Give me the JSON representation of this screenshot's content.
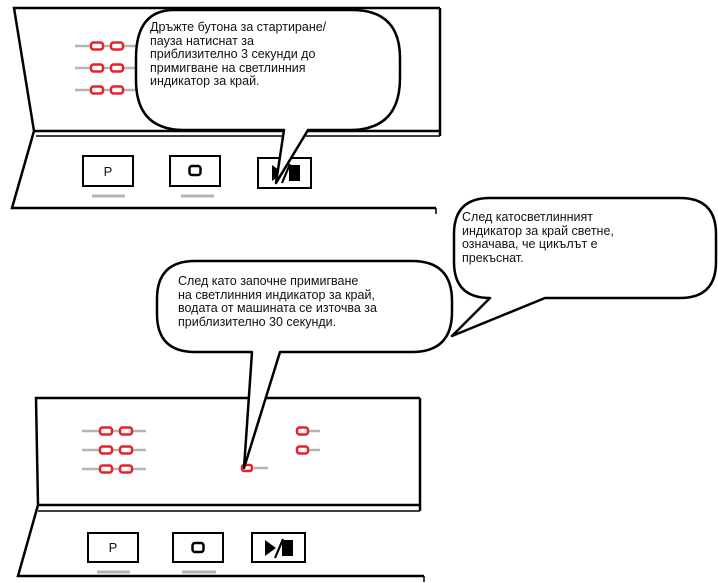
{
  "callouts": {
    "hold_start_pause": "Дръжте бутона за стартиране/\nпауза натиснат за\nприблизително 3 секунди до\nпримигване на светлинния\nиндикатор за край.",
    "cycle_cancelled": "След катосветлинният\nиндикатор за край светне,\nозначава, че цикълът е\nпрекъснат.",
    "water_draining": "След като започне примигване\nна светлинния индикатор за край,\nводата от машината се източва за\nприблизително 30 секунди."
  },
  "panel": {
    "program_button_label": "P"
  },
  "colors": {
    "indicator": "#e8202a",
    "indicator_fill": "#ffffff",
    "line_gray": "#b5b5b5",
    "outline": "#000000"
  },
  "icons": {
    "temp_button": "rounded-square-icon",
    "start_pause_button": "play-pause-icon"
  }
}
